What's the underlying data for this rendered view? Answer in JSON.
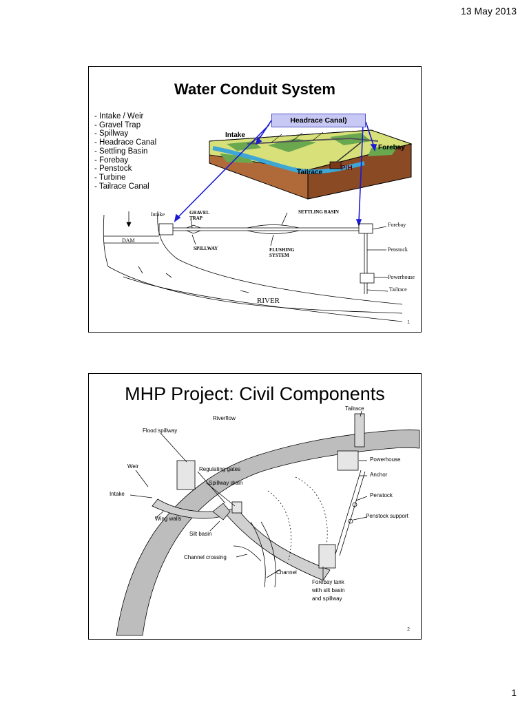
{
  "header": {
    "date": "13 May 2013"
  },
  "footer": {
    "page_number": "1"
  },
  "slide1": {
    "title": "Water Conduit System",
    "components": [
      "- Intake / Weir",
      "- Gravel Trap",
      "- Spillway",
      "- Headrace Canal",
      "- Settling Basin",
      "- Forebay",
      "- Penstock",
      "- Turbine",
      "- Tailrace Canal"
    ],
    "callout": "Headrace Canal)",
    "terrain_labels": {
      "intake": "Intake",
      "forebay": "Forebay",
      "ph": "P/H",
      "tailrace": "Tailrace"
    },
    "diagram_labels": {
      "intake": "Intake",
      "gravel_trap_line1": "GRAVEL",
      "gravel_trap_line2": "TRAP",
      "settling_basin": "SETTLING BASIN",
      "forebay": "Forebay",
      "dam": "DAM",
      "spillway": "SPILLWAY",
      "flushing_line1": "FLUSHING",
      "flushing_line2": "SYSTEM",
      "penstock": "Penstock",
      "powerhouse": "Powerhouse",
      "tailrace": "Tailrace",
      "river": "RIVER"
    },
    "slide_number": "1",
    "colors": {
      "arrow": "#1a1ad6",
      "grass": "#6aa84f",
      "field": "#d8e07a",
      "earth": "#b06a3a",
      "water": "#3fa7d6"
    }
  },
  "slide2": {
    "title": "MHP Project: Civil Components",
    "labels": {
      "tailrace": "Tailrace",
      "riverflow": "Riverflow",
      "flood_spillway": "Flood spillway",
      "powerhouse": "Powerhouse",
      "weir": "Weir",
      "regulating_gates": "Regulating gates",
      "anchor": "Anchor",
      "spillway_drain": "Spillway drain",
      "intake": "Intake",
      "penstock": "Penstock",
      "wing_walls": "Wing walls",
      "penstock_support": "Penstock support",
      "silt_basin": "Silt basin",
      "channel_crossing": "Channel crossing",
      "channel": "Channel",
      "forebay_line1": "Forebay tank",
      "forebay_line2": "with silt basin",
      "forebay_line3": "and spillway"
    },
    "slide_number": "2"
  }
}
